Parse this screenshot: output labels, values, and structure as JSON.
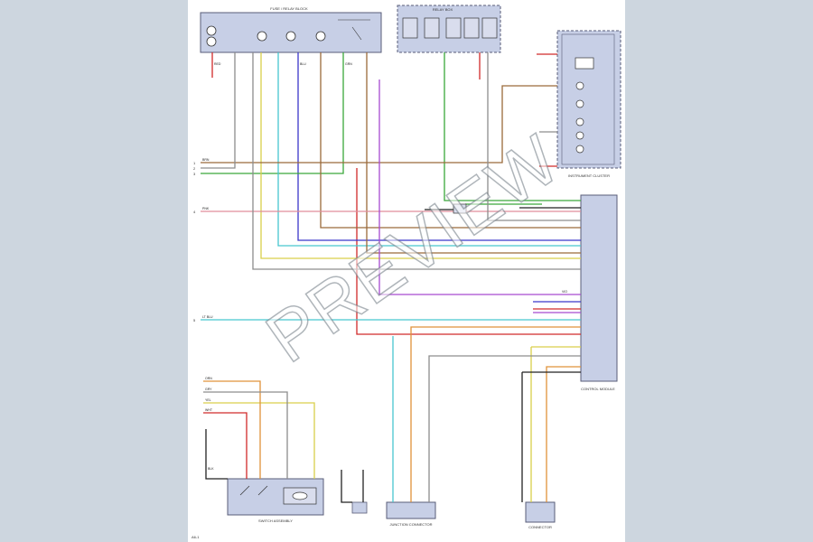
{
  "diagram": {
    "modules": {
      "fuse_relay": "FUSE / RELAY BLOCK",
      "relay_box": "RELAY BOX",
      "lamp_unit": "INSTRUMENT CLUSTER",
      "control_unit": "CONTROL MODULE",
      "lower_left": "SWITCH ASSEMBLY",
      "bottom_mid": "JUNCTION CONNECTOR",
      "bottom_right": "CONNECTOR"
    },
    "wires": {
      "red": "RED",
      "blue": "BLU",
      "green": "GRN",
      "pink": "PNK",
      "cyan": "LT BLU",
      "yellow": "YEL",
      "orange": "ORN",
      "brown": "BRN",
      "purple": "VIO",
      "gray": "GRY",
      "black": "BLK",
      "wht": "WHT"
    },
    "page_id": "A6-1"
  },
  "watermark": "PREVIEW",
  "colors": {
    "background": "#cdd6df",
    "sheet": "#ffffff",
    "module_fill": "#c7cfe6",
    "module_border": "#5a5e78",
    "red": "#d12a2a",
    "blue": "#3b37c9",
    "green": "#3aa83a",
    "pink": "#e08d9c",
    "cyan": "#47c6cf",
    "yellow": "#d9cf4a",
    "orange": "#e0923a",
    "brown": "#9a6a3a",
    "purple": "#a64ad1",
    "gray": "#8d8d8d",
    "black": "#222222"
  }
}
